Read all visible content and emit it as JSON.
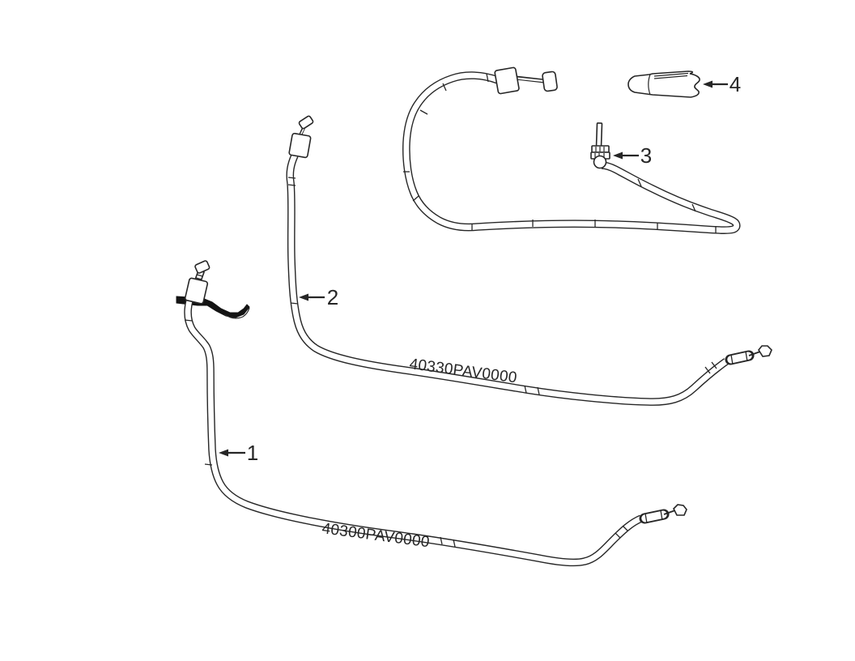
{
  "diagram": {
    "background_color": "#ffffff",
    "line_color": "#262626",
    "bracket_fill_color": "#141414"
  },
  "callouts": [
    {
      "label": "1"
    },
    {
      "label": "2"
    },
    {
      "label": "3"
    },
    {
      "label": "4"
    }
  ],
  "part_labels": {
    "upper_cable_part_number": "40330PAV0000",
    "lower_cable_part_number": "40300PAV0000"
  }
}
